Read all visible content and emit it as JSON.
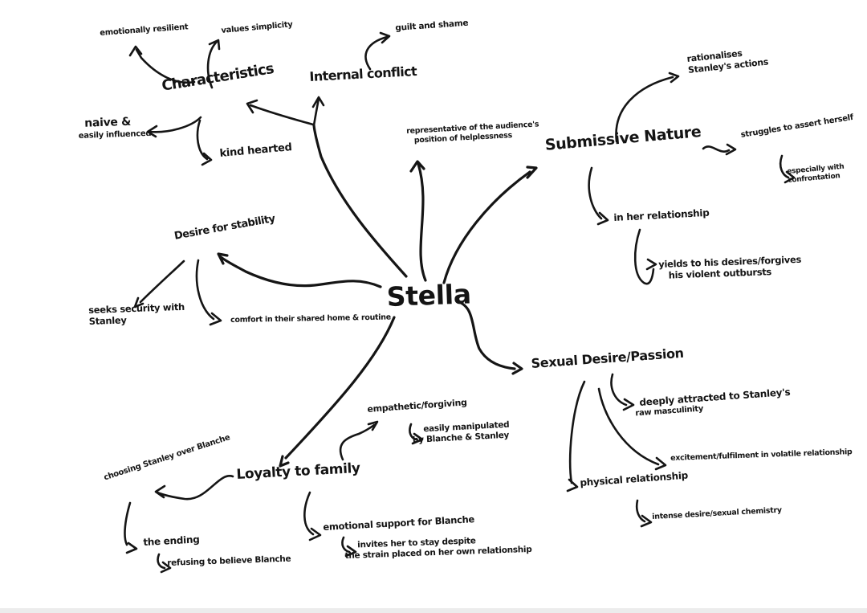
{
  "meta": {
    "background_color": "#ffffff",
    "ink_color": "#151515"
  },
  "map": {
    "center": {
      "label": "Stella"
    },
    "branches": {
      "characteristics": {
        "label": "Characteristics",
        "children": {
          "emotionally_resilient": {
            "lines": [
              "emotionally resilient"
            ]
          },
          "values_simplicity": {
            "lines": [
              "values simplicity"
            ]
          },
          "naive_influenced": {
            "lines": [
              "naive &",
              "easily influenced"
            ]
          },
          "kind_hearted": {
            "lines": [
              "kind hearted"
            ]
          }
        }
      },
      "internal_conflict": {
        "label": "Internal conflict",
        "children": {
          "guilt_and_shame": {
            "lines": [
              "guilt and shame"
            ]
          }
        }
      },
      "audience_position": {
        "lines": [
          "representative of the audience's",
          "position of helplessness"
        ]
      },
      "submissive_nature": {
        "label": "Submissive Nature",
        "children": {
          "rationalises": {
            "lines": [
              "rationalises",
              "Stanley's actions"
            ]
          },
          "struggles": {
            "lines": [
              "struggles to assert herself"
            ]
          },
          "especially_confrontation": {
            "lines": [
              "especially with",
              "confrontation"
            ]
          },
          "in_her_relationship": {
            "lines": [
              "in her relationship"
            ]
          },
          "yields": {
            "lines": [
              "yields to his desires/forgives",
              "his violent outbursts"
            ]
          }
        }
      },
      "desire_for_stability": {
        "label": "Desire for stability",
        "children": {
          "seeks_security": {
            "lines": [
              "seeks security with",
              "Stanley"
            ]
          },
          "comfort_routine": {
            "lines": [
              "comfort in their shared home & routine"
            ]
          }
        }
      },
      "sexual_desire": {
        "label": "Sexual Desire/Passion",
        "children": {
          "deeply_attracted": {
            "lines": [
              "deeply attracted to Stanley's",
              "raw masculinity"
            ]
          },
          "excitement": {
            "lines": [
              "excitement/fulfilment in volatile relationship"
            ]
          },
          "physical_relationship": {
            "lines": [
              "physical relationship"
            ]
          },
          "intense_desire": {
            "lines": [
              "intense desire/sexual chemistry"
            ]
          }
        }
      },
      "loyalty_to_family": {
        "label": "Loyalty to family",
        "children": {
          "choosing_stanley": {
            "lines": [
              "choosing Stanley over Blanche"
            ]
          },
          "the_ending": {
            "lines": [
              "the ending"
            ]
          },
          "refusing_believe": {
            "lines": [
              "refusing to believe Blanche"
            ]
          },
          "empathetic_forgiving": {
            "lines": [
              "empathetic/forgiving"
            ]
          },
          "easily_manipulated": {
            "lines": [
              "easily manipulated",
              "by Blanche & Stanley"
            ]
          },
          "emotional_support": {
            "lines": [
              "emotional support for Blanche"
            ]
          },
          "invites_stay": {
            "lines": [
              "invites her to stay despite",
              "the strain placed on her own relationship"
            ]
          }
        }
      }
    }
  }
}
